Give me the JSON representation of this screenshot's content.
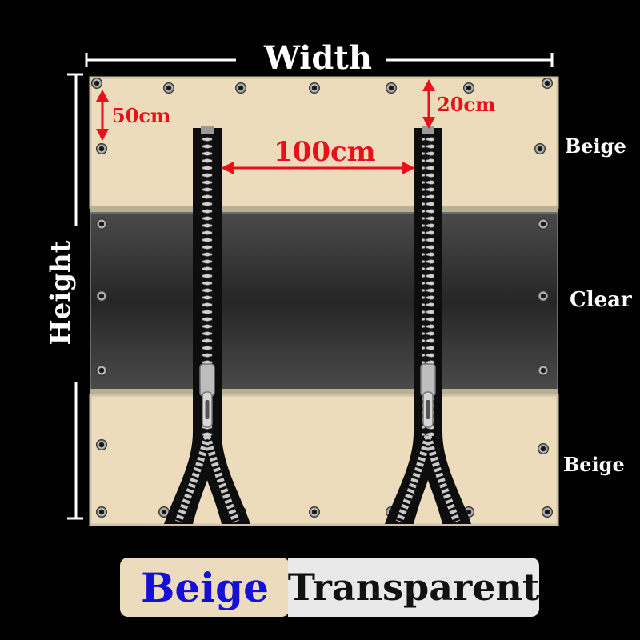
{
  "labels": {
    "width": "Width",
    "height": "Height",
    "top_eyelet_distance": "50cm",
    "zipper_top_offset": "20cm",
    "zipper_spacing": "100cm",
    "panel_top": "Beige",
    "panel_middle": "Clear",
    "panel_bottom": "Beige"
  },
  "swatches": [
    {
      "label": "Beige",
      "color": "#ecdcbd",
      "text_color": "#1410d8"
    },
    {
      "label": "Transparent",
      "color": "#e9e9e9",
      "text_color": "#111111"
    }
  ],
  "colors": {
    "background": "#000000",
    "beige_panel": "#eddcbc",
    "clear_panel": "#2e2e2e",
    "dimension_arrow": "#e8101a",
    "guide_line": "#ffffff",
    "zipper_tape": "#0d0d0d",
    "zipper_teeth": "#c8c8c8"
  },
  "icons": [
    "grommet-icon",
    "zipper-icon",
    "zipper-slider-icon"
  ]
}
